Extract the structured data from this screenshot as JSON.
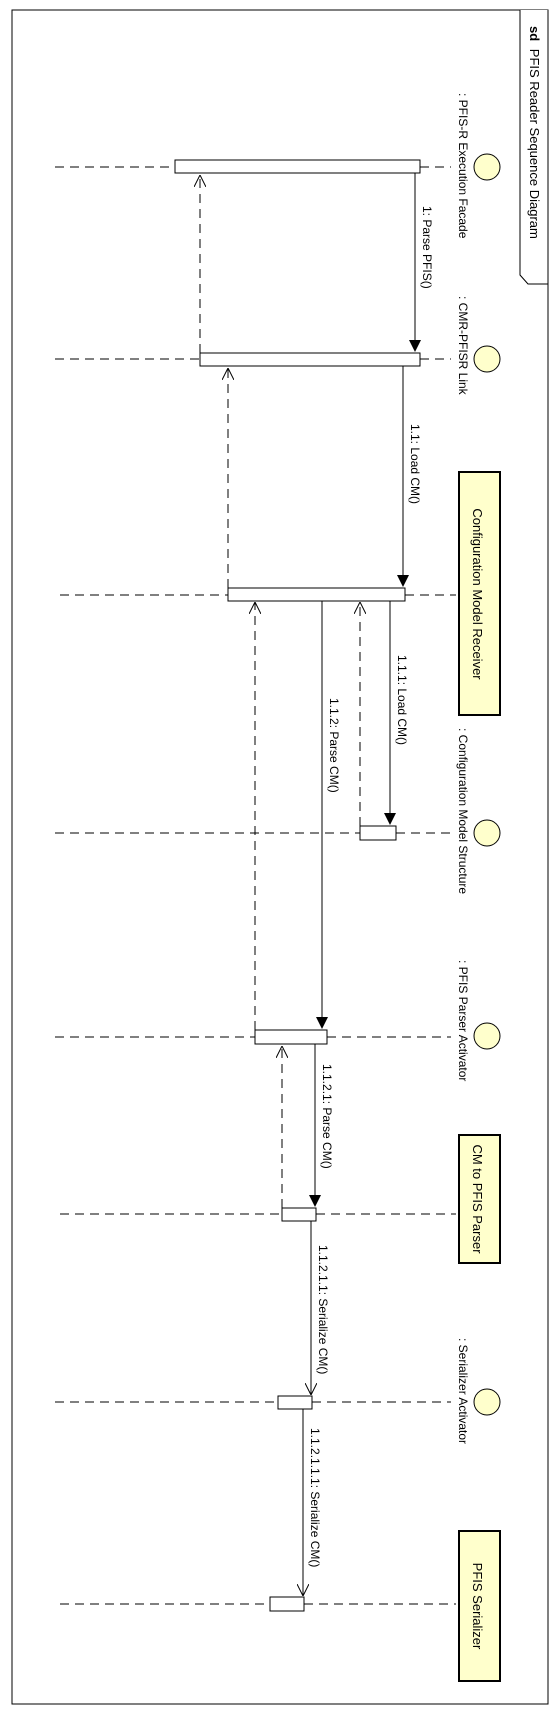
{
  "diagram": {
    "frame_keyword": "sd",
    "frame_title": "PFIS Reader Sequence Diagram"
  },
  "colors": {
    "line": "#000000",
    "class_fill": "#ffffcc",
    "object_fill": "#ffffcc",
    "activation_fill": "#ffffff",
    "background": "#ffffff"
  },
  "lifelines": [
    {
      "id": "facade",
      "label": ": PFIS-R Execution Facade",
      "kind": "object"
    },
    {
      "id": "link",
      "label": ": CMR-PFISR Link",
      "kind": "object"
    },
    {
      "id": "receiver",
      "label": "Configuration Model Receiver",
      "kind": "class"
    },
    {
      "id": "structure",
      "label": ": Configuration Model Structure",
      "kind": "object"
    },
    {
      "id": "activator",
      "label": ": PFIS Parser Activator",
      "kind": "object"
    },
    {
      "id": "parser",
      "label": "CM to PFIS Parser",
      "kind": "class"
    },
    {
      "id": "serial_act",
      "label": ": Serializer Activator",
      "kind": "object"
    },
    {
      "id": "serializer",
      "label": "PFIS Serializer",
      "kind": "class"
    }
  ],
  "messages": [
    {
      "label": "1: Parse PFIS()",
      "from": "facade",
      "to": "link"
    },
    {
      "label": "1.1: Load CM()",
      "from": "link",
      "to": "receiver"
    },
    {
      "label": "1.1.1: Load CM()",
      "from": "receiver",
      "to": "structure"
    },
    {
      "label": "1.1.2: Parse CM()",
      "from": "receiver",
      "to": "activator"
    },
    {
      "label": "1.1.2.1: Parse CM()",
      "from": "activator",
      "to": "parser"
    },
    {
      "label": "1.1.2.1.1: Serialize CM()",
      "from": "parser",
      "to": "serial_act"
    },
    {
      "label": "1.1.2.1.1.1: Serialize CM()",
      "from": "serial_act",
      "to": "serializer"
    }
  ]
}
